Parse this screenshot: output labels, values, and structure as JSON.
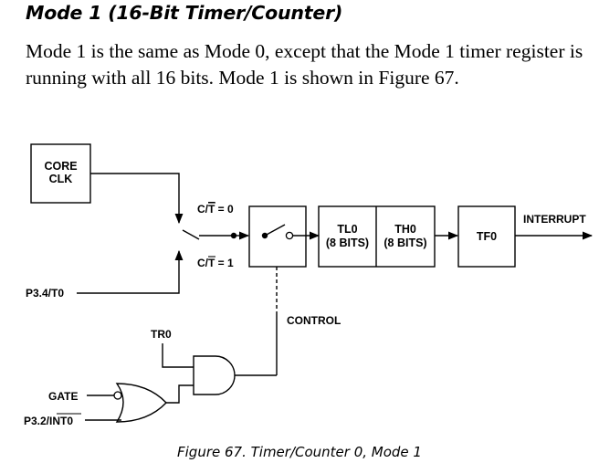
{
  "section": {
    "heading": "Mode 1 (16-Bit Timer/Counter)",
    "paragraph": "Mode 1 is the same as Mode 0, except that the Mode 1 timer register is running with all 16 bits. Mode 1 is shown in Figure 67."
  },
  "diagram": {
    "core_clk_line1": "CORE",
    "core_clk_line2": "CLK",
    "ct0_prefix": "C/",
    "ct0_bar": "T",
    "ct0_suffix": " = 0",
    "ct1_prefix": "C/",
    "ct1_bar": "T",
    "ct1_suffix": " = 1",
    "p34": "P3.4/T0",
    "tl0": "TL0",
    "tl0_bits": "(8 BITS)",
    "th0": "TH0",
    "th0_bits": "(8 BITS)",
    "tf0": "TF0",
    "interrupt": "INTERRUPT",
    "control": "CONTROL",
    "tr0": "TR0",
    "gate": "GATE",
    "p32_prefix": "P3.2/",
    "p32_bar": "INT0"
  },
  "figure": {
    "caption": "Figure 67. Timer/Counter 0, Mode 1"
  }
}
